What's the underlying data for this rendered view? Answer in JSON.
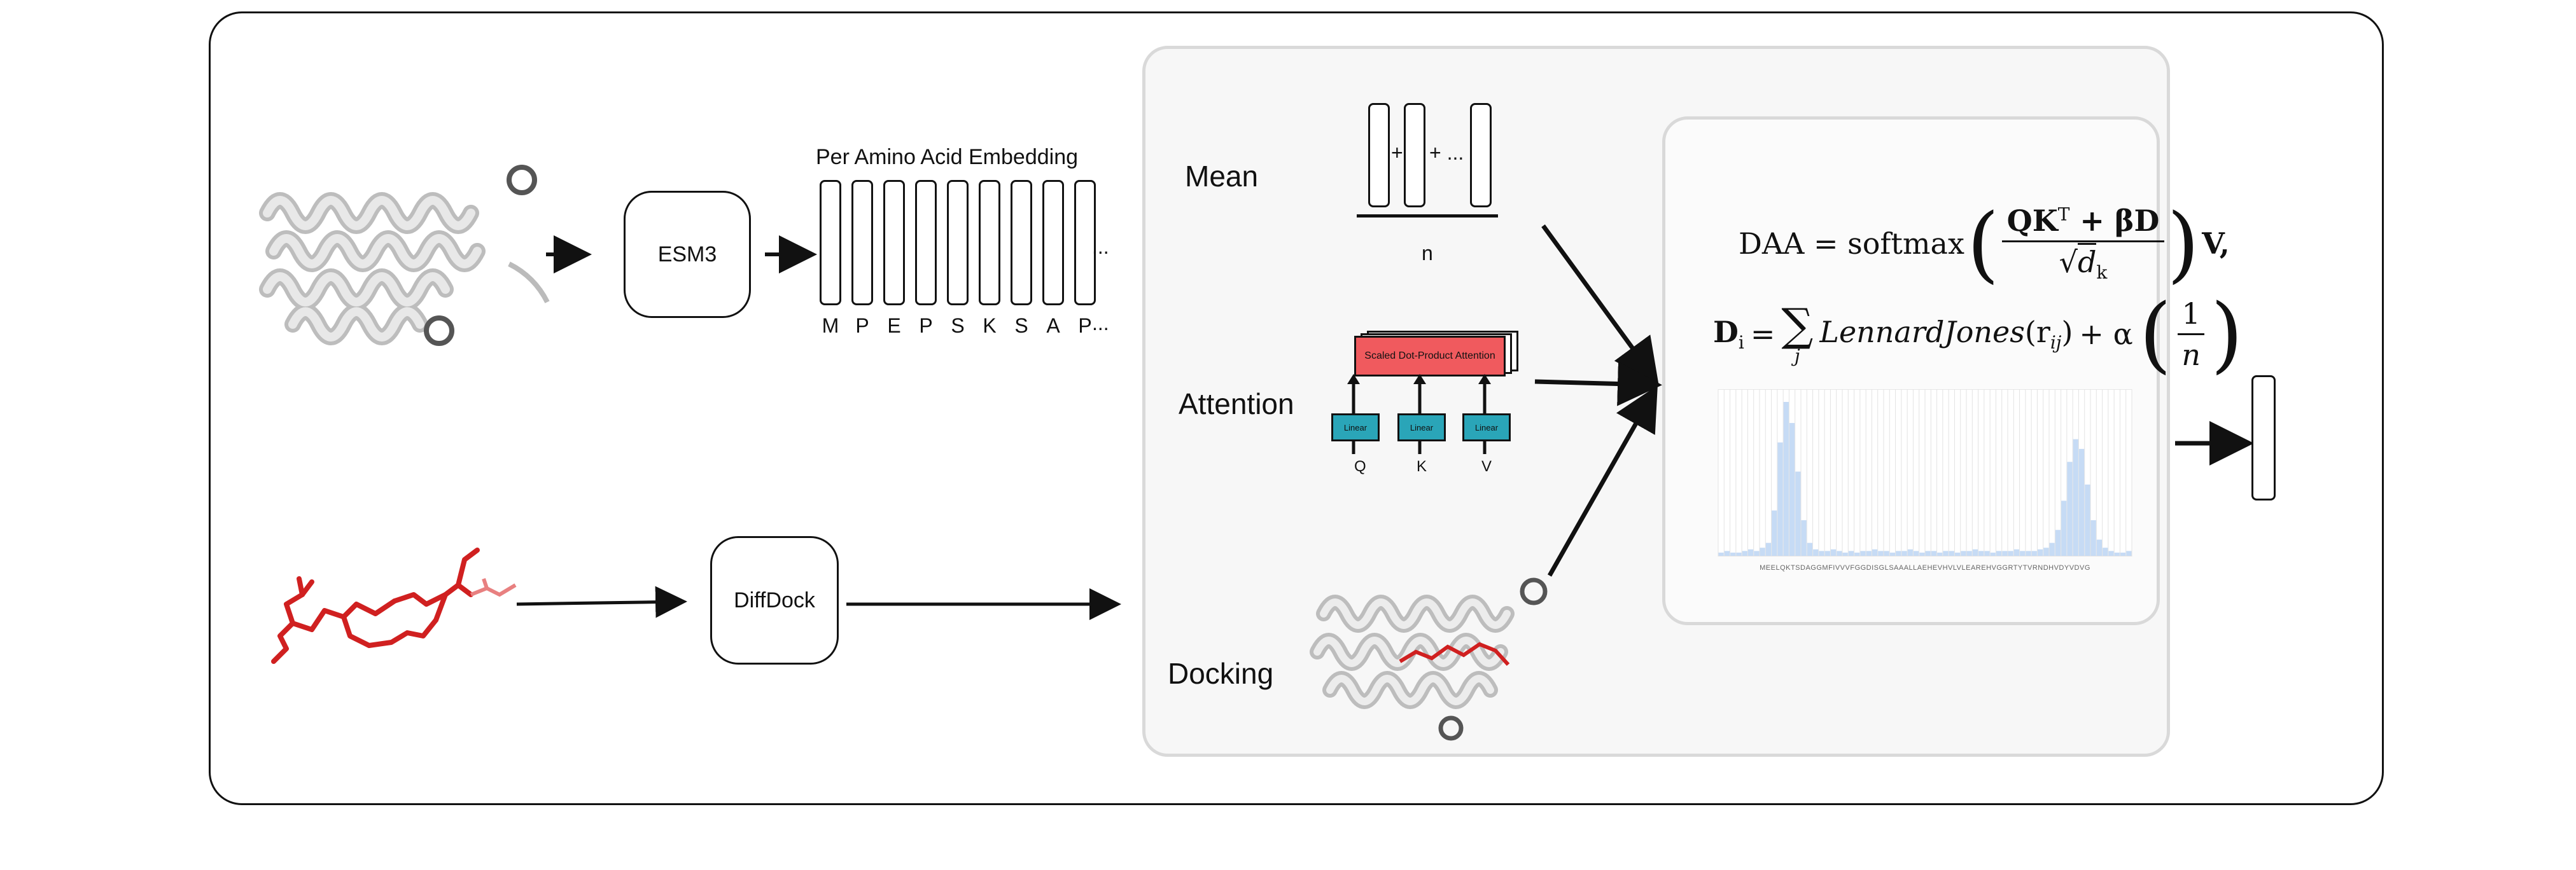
{
  "nodes": {
    "esm3": "ESM3",
    "diffdock": "DiffDock"
  },
  "embedding": {
    "title": "Per Amino Acid Embedding",
    "letters": [
      "M",
      "P",
      "E",
      "P",
      "S",
      "K",
      "S",
      "A",
      "P"
    ],
    "ellipsis": "..."
  },
  "branches": {
    "mean": "Mean",
    "attention": "Attention",
    "docking": "Docking"
  },
  "mean_diagram": {
    "plus1": "+",
    "plus2": "+ ...",
    "denominator": "n"
  },
  "attention_diagram": {
    "block": "Scaled Dot-Product Attention",
    "linear": "Linear",
    "inputs": [
      "Q",
      "K",
      "V"
    ]
  },
  "formulas": {
    "daa_lhs": "DAA = softmax",
    "daa_num": "QK",
    "daa_sup": "T",
    "daa_plus": " + βD",
    "daa_den": "d",
    "daa_den_sub": "k",
    "daa_tail": "V,",
    "d_lhs": "D",
    "d_sub": "i",
    "d_eq": "=",
    "d_sum": "∑",
    "d_sum_sub": "j",
    "d_fn": "LennardJones",
    "d_arg": "(r",
    "d_arg_sub": "ij",
    "d_arg_close": ")",
    "d_plus": "+ α",
    "d_one": "1",
    "d_n": "n"
  },
  "histogram": {
    "sequence": "MEELQKTSDAGGMFIVVVFGGDISGLSAAALLAEHEVHVLVLEAREHVGGRTYTVRNDHVDYVDVG",
    "values": [
      2,
      3,
      2,
      2,
      3,
      4,
      3,
      5,
      8,
      28,
      70,
      95,
      82,
      52,
      22,
      8,
      4,
      3,
      3,
      4,
      3,
      2,
      3,
      2,
      3,
      3,
      4,
      3,
      3,
      2,
      3,
      3,
      4,
      3,
      2,
      3,
      3,
      2,
      3,
      3,
      2,
      3,
      3,
      4,
      3,
      3,
      2,
      3,
      3,
      3,
      4,
      3,
      3,
      3,
      4,
      5,
      8,
      16,
      34,
      58,
      72,
      66,
      44,
      22,
      10,
      5,
      3,
      2,
      2,
      3
    ]
  },
  "colors": {
    "attention_block": "#f05a5e",
    "linear_block": "#2aa5b8",
    "histogram_bar": "#c6dbf5",
    "ligand": "#d02020",
    "protein": "#d9d9d9"
  }
}
